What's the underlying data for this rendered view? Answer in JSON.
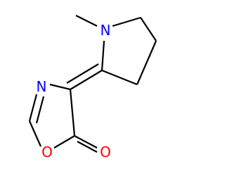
{
  "atoms": {
    "nitrogen_pyrrolidine": {
      "label": "N",
      "color": "#0000ff"
    },
    "nitrogen_oxazole": {
      "label": "N",
      "color": "#0000ff"
    },
    "oxygen_ring": {
      "label": "O",
      "color": "#ff0000"
    },
    "oxygen_carbonyl": {
      "label": "O",
      "color": "#ff0000"
    }
  },
  "colors": {
    "bond": "#000000",
    "background": "#ffffff"
  }
}
